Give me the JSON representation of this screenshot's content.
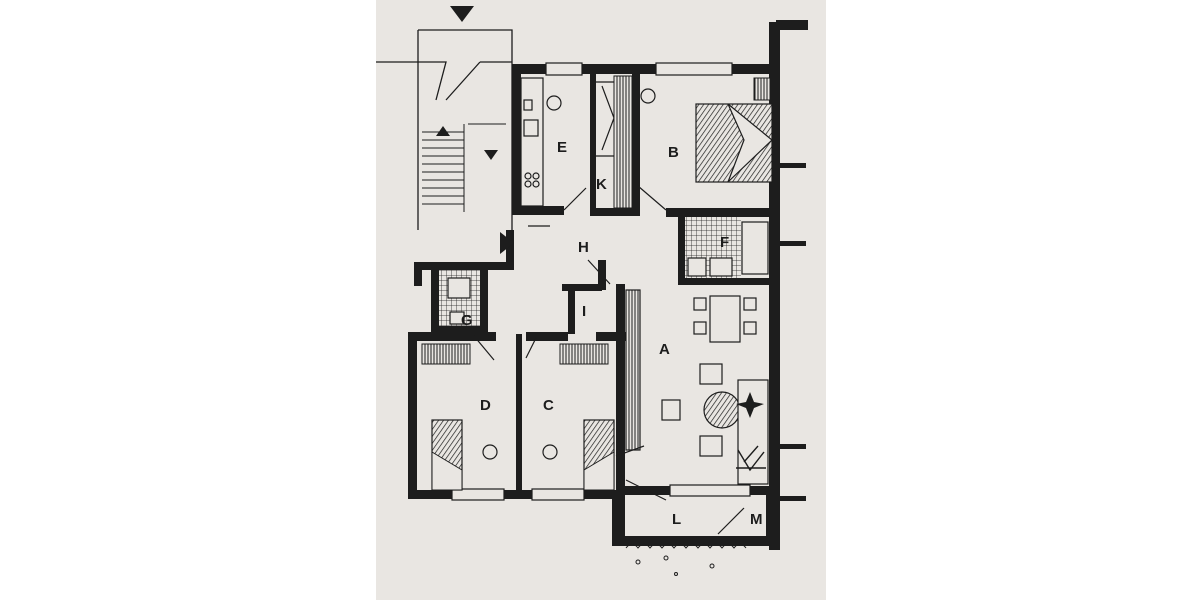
{
  "rooms": [
    {
      "id": "A",
      "label": "A"
    },
    {
      "id": "B",
      "label": "B"
    },
    {
      "id": "C",
      "label": "C"
    },
    {
      "id": "D",
      "label": "D"
    },
    {
      "id": "E",
      "label": "E"
    },
    {
      "id": "F",
      "label": "F"
    },
    {
      "id": "G",
      "label": "G"
    },
    {
      "id": "H",
      "label": "H"
    },
    {
      "id": "I",
      "label": "I"
    },
    {
      "id": "K",
      "label": "K"
    },
    {
      "id": "L",
      "label": "L"
    },
    {
      "id": "M",
      "label": "M"
    }
  ],
  "colors": {
    "paper": "#e9e6e2",
    "wall": "#1d1d1d",
    "background": "#ffffff"
  }
}
